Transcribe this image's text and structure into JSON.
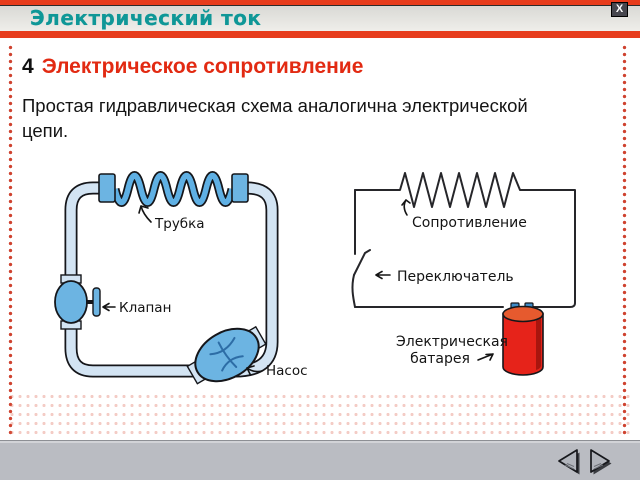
{
  "window": {
    "title": "Электрический ток",
    "close_label": "X"
  },
  "slide": {
    "number": "4",
    "heading": "Электрическое сопротивление",
    "body_line1": "Простая гидравлическая схема аналогична электрической",
    "body_line2": "цепи."
  },
  "hydraulic_diagram": {
    "tube_label": "Трубка",
    "valve_label": "Клапан",
    "pump_label": "Насос"
  },
  "electrical_diagram": {
    "resistance_label": "Сопротивление",
    "switch_label": "Переключатель",
    "battery_label_line1": "Электрическая",
    "battery_label_line2": "батарея"
  },
  "nav": {
    "back": "previous slide",
    "forward": "next slide"
  },
  "colors": {
    "accent_red": "#e73c1c",
    "title_teal": "#0f9797",
    "heading_red": "#e22a12",
    "pipe_light_blue": "#d3e4f3",
    "pipe_medium_blue": "#6cb4e2",
    "battery_red": "#e6231a",
    "battery_shade": "#a8150e",
    "terminal_blue": "#3e8cc8",
    "navbar_gray": "#babcc2"
  }
}
